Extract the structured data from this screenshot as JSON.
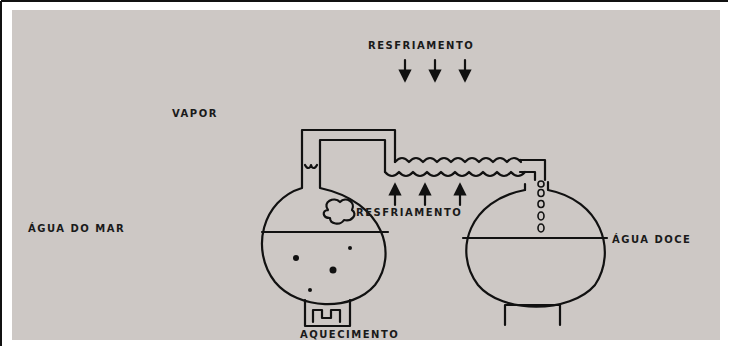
{
  "diagram": {
    "labels": [
      "RESFRIAMENTO",
      "VAPOR",
      "RESFRIAMENTO",
      "ÁGUA DO MAR",
      "AQUECIMENTO",
      "ÁGUA DOCE"
    ]
  }
}
